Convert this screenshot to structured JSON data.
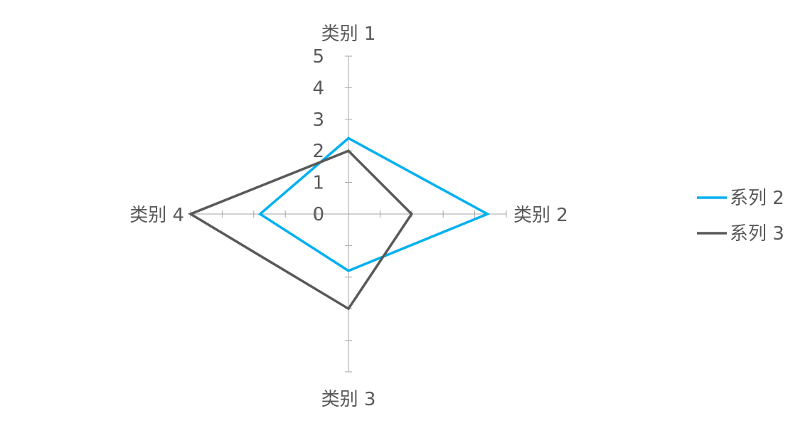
{
  "chart_data": {
    "type": "radar",
    "categories": [
      "类别 1",
      "类别 2",
      "类别 3",
      "类别 4"
    ],
    "series": [
      {
        "name": "系列 2",
        "values": [
          2.4,
          4.4,
          1.8,
          2.8
        ],
        "color": "#00b0f0"
      },
      {
        "name": "系列 3",
        "values": [
          2.0,
          2.0,
          3.0,
          5.0
        ],
        "color": "#595959"
      }
    ],
    "rlim": [
      0,
      5
    ],
    "ticks": [
      "0",
      "1",
      "2",
      "3",
      "4",
      "5"
    ],
    "grid": false,
    "legend_position": "right"
  }
}
